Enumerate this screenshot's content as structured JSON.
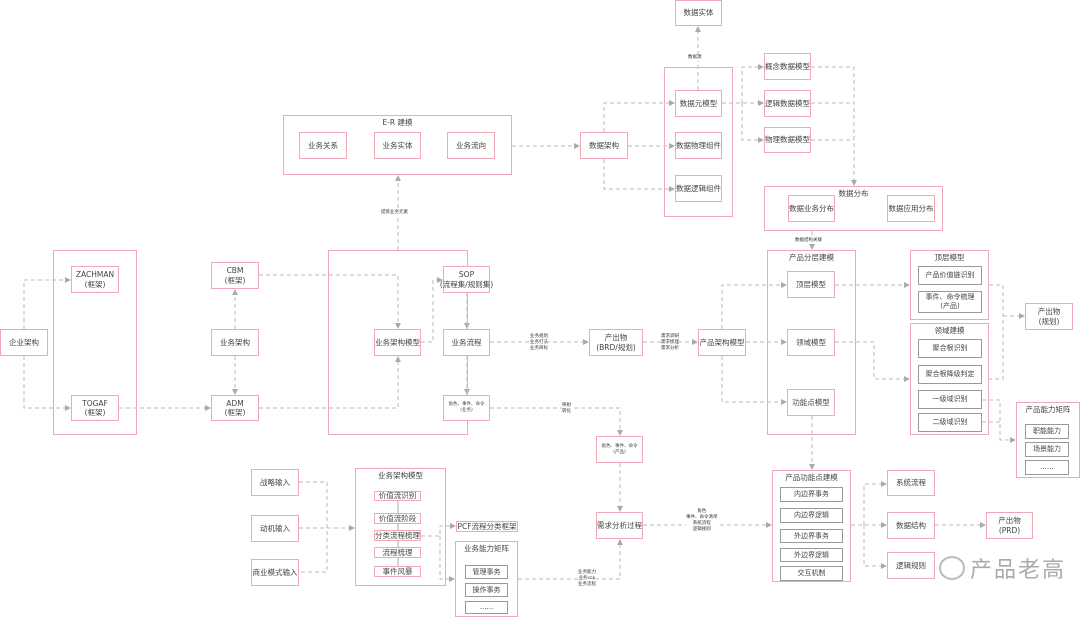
{
  "data": {
    "entity": "数据实体",
    "source_label": "数据源",
    "meta_model": "数据元模型",
    "physical": "数据物理组件",
    "logical": "数据逻辑组件",
    "concept_model": "概念数据模型",
    "logic_model": "逻辑数据模型",
    "phys_model": "物理数据模型",
    "distribution": "数据分布",
    "biz_dist": "数据业务分布",
    "app_dist": "数据应用分布",
    "arch": "数据架构",
    "struct_link": "数据结构关联"
  },
  "er": {
    "title": "E-R 建模",
    "items": [
      "业务关系",
      "业务实体",
      "业务流向"
    ],
    "extract_label": "提炼业务元素"
  },
  "left": {
    "enterprise": "企业架构",
    "zachman": "ZACHMAN\n(框架)",
    "togaf": "TOGAF\n(框架)",
    "cbm": "CBM\n(框架)",
    "biz_arch": "业务架构",
    "adm": "ADM\n(框架)"
  },
  "biz": {
    "model": "业务架构模型",
    "sop": "SOP\n(流程集/规则集)",
    "process": "业务流程",
    "roles": "角色、事件、命令\n(业务)",
    "label_plan": "业务规划\n业务打法\n业务目标",
    "output_brd": "产出物\n(BRD/规划)",
    "label_req": "需求调研\n需求梳理\n需求分析",
    "product_arch": "产品架构模型",
    "label_map": "映射\n转化",
    "roles_product": "角色、事件、命令\n(产品)"
  },
  "layer": {
    "title": "产品分层建模",
    "top": "顶层模型",
    "domain": "领域模型",
    "func": "功能点模型"
  },
  "top_model": {
    "title": "顶层模型",
    "items": [
      "产品价值链识别",
      "事件、命令梳理\n(产品)"
    ]
  },
  "domain_model": {
    "title": "领域建模",
    "items": [
      "聚合根识别",
      "聚合根降级判定",
      "一级域识别",
      "二级域识别"
    ]
  },
  "output_plan": "产出物\n(规划)",
  "cap_matrix": {
    "title": "产品能力矩阵",
    "items": [
      "职能能力",
      "场景能力",
      "......"
    ]
  },
  "func_model": {
    "title": "产品功能点建模",
    "items": [
      "内边界事务",
      "内边界逻辑",
      "外边界事务",
      "外边界逻辑",
      "交互机制"
    ]
  },
  "sys_flow": "系统流程",
  "data_struct": "数据结构",
  "logic_rule": "逻辑规则",
  "output_prd": "产出物\n(PRD)",
  "req": {
    "process": "需求分析过程",
    "label_in": "角色\n事件、命令清单\n系统流程\n逻辑规则",
    "label_cap": "业务能力\n业务sop\n业务流程"
  },
  "inputs": [
    "战略输入",
    "动机输入",
    "商业模式输入"
  ],
  "bam": {
    "title": "业务架构模型",
    "items": [
      "价值流识别",
      "价值流阶段",
      "分类流程梳理",
      "流程梳理",
      "事件风暴"
    ]
  },
  "pcf": "PCF流程分类框架",
  "bcm": {
    "title": "业务能力矩阵",
    "items": [
      "管理事务",
      "操作事务",
      "......"
    ]
  },
  "watermark": "产品老高"
}
